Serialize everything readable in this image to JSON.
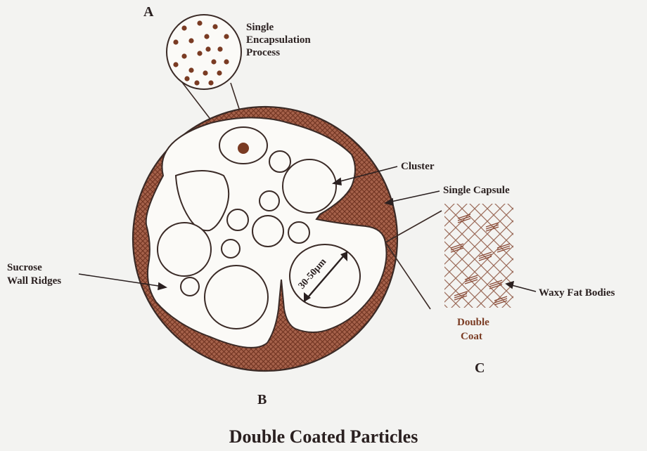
{
  "diagram": {
    "title": "Double Coated Particles",
    "panels": {
      "a": "A",
      "b": "B",
      "c": "C"
    },
    "labels": {
      "single_encapsulation": [
        "Single",
        "Encapsulation",
        "Process"
      ],
      "cluster": "Cluster",
      "single_capsule": "Single Capsule",
      "sucrose_wall_ridges": [
        "Sucrose",
        "Wall Ridges"
      ],
      "waxy_fat_bodies": "Waxy Fat Bodies",
      "double_coat": [
        "Double",
        "Coat"
      ],
      "size": "30-50μm"
    },
    "colors": {
      "wall": "#7a3b23",
      "ink": "#2a2020",
      "background": "#f3f3f1"
    }
  }
}
